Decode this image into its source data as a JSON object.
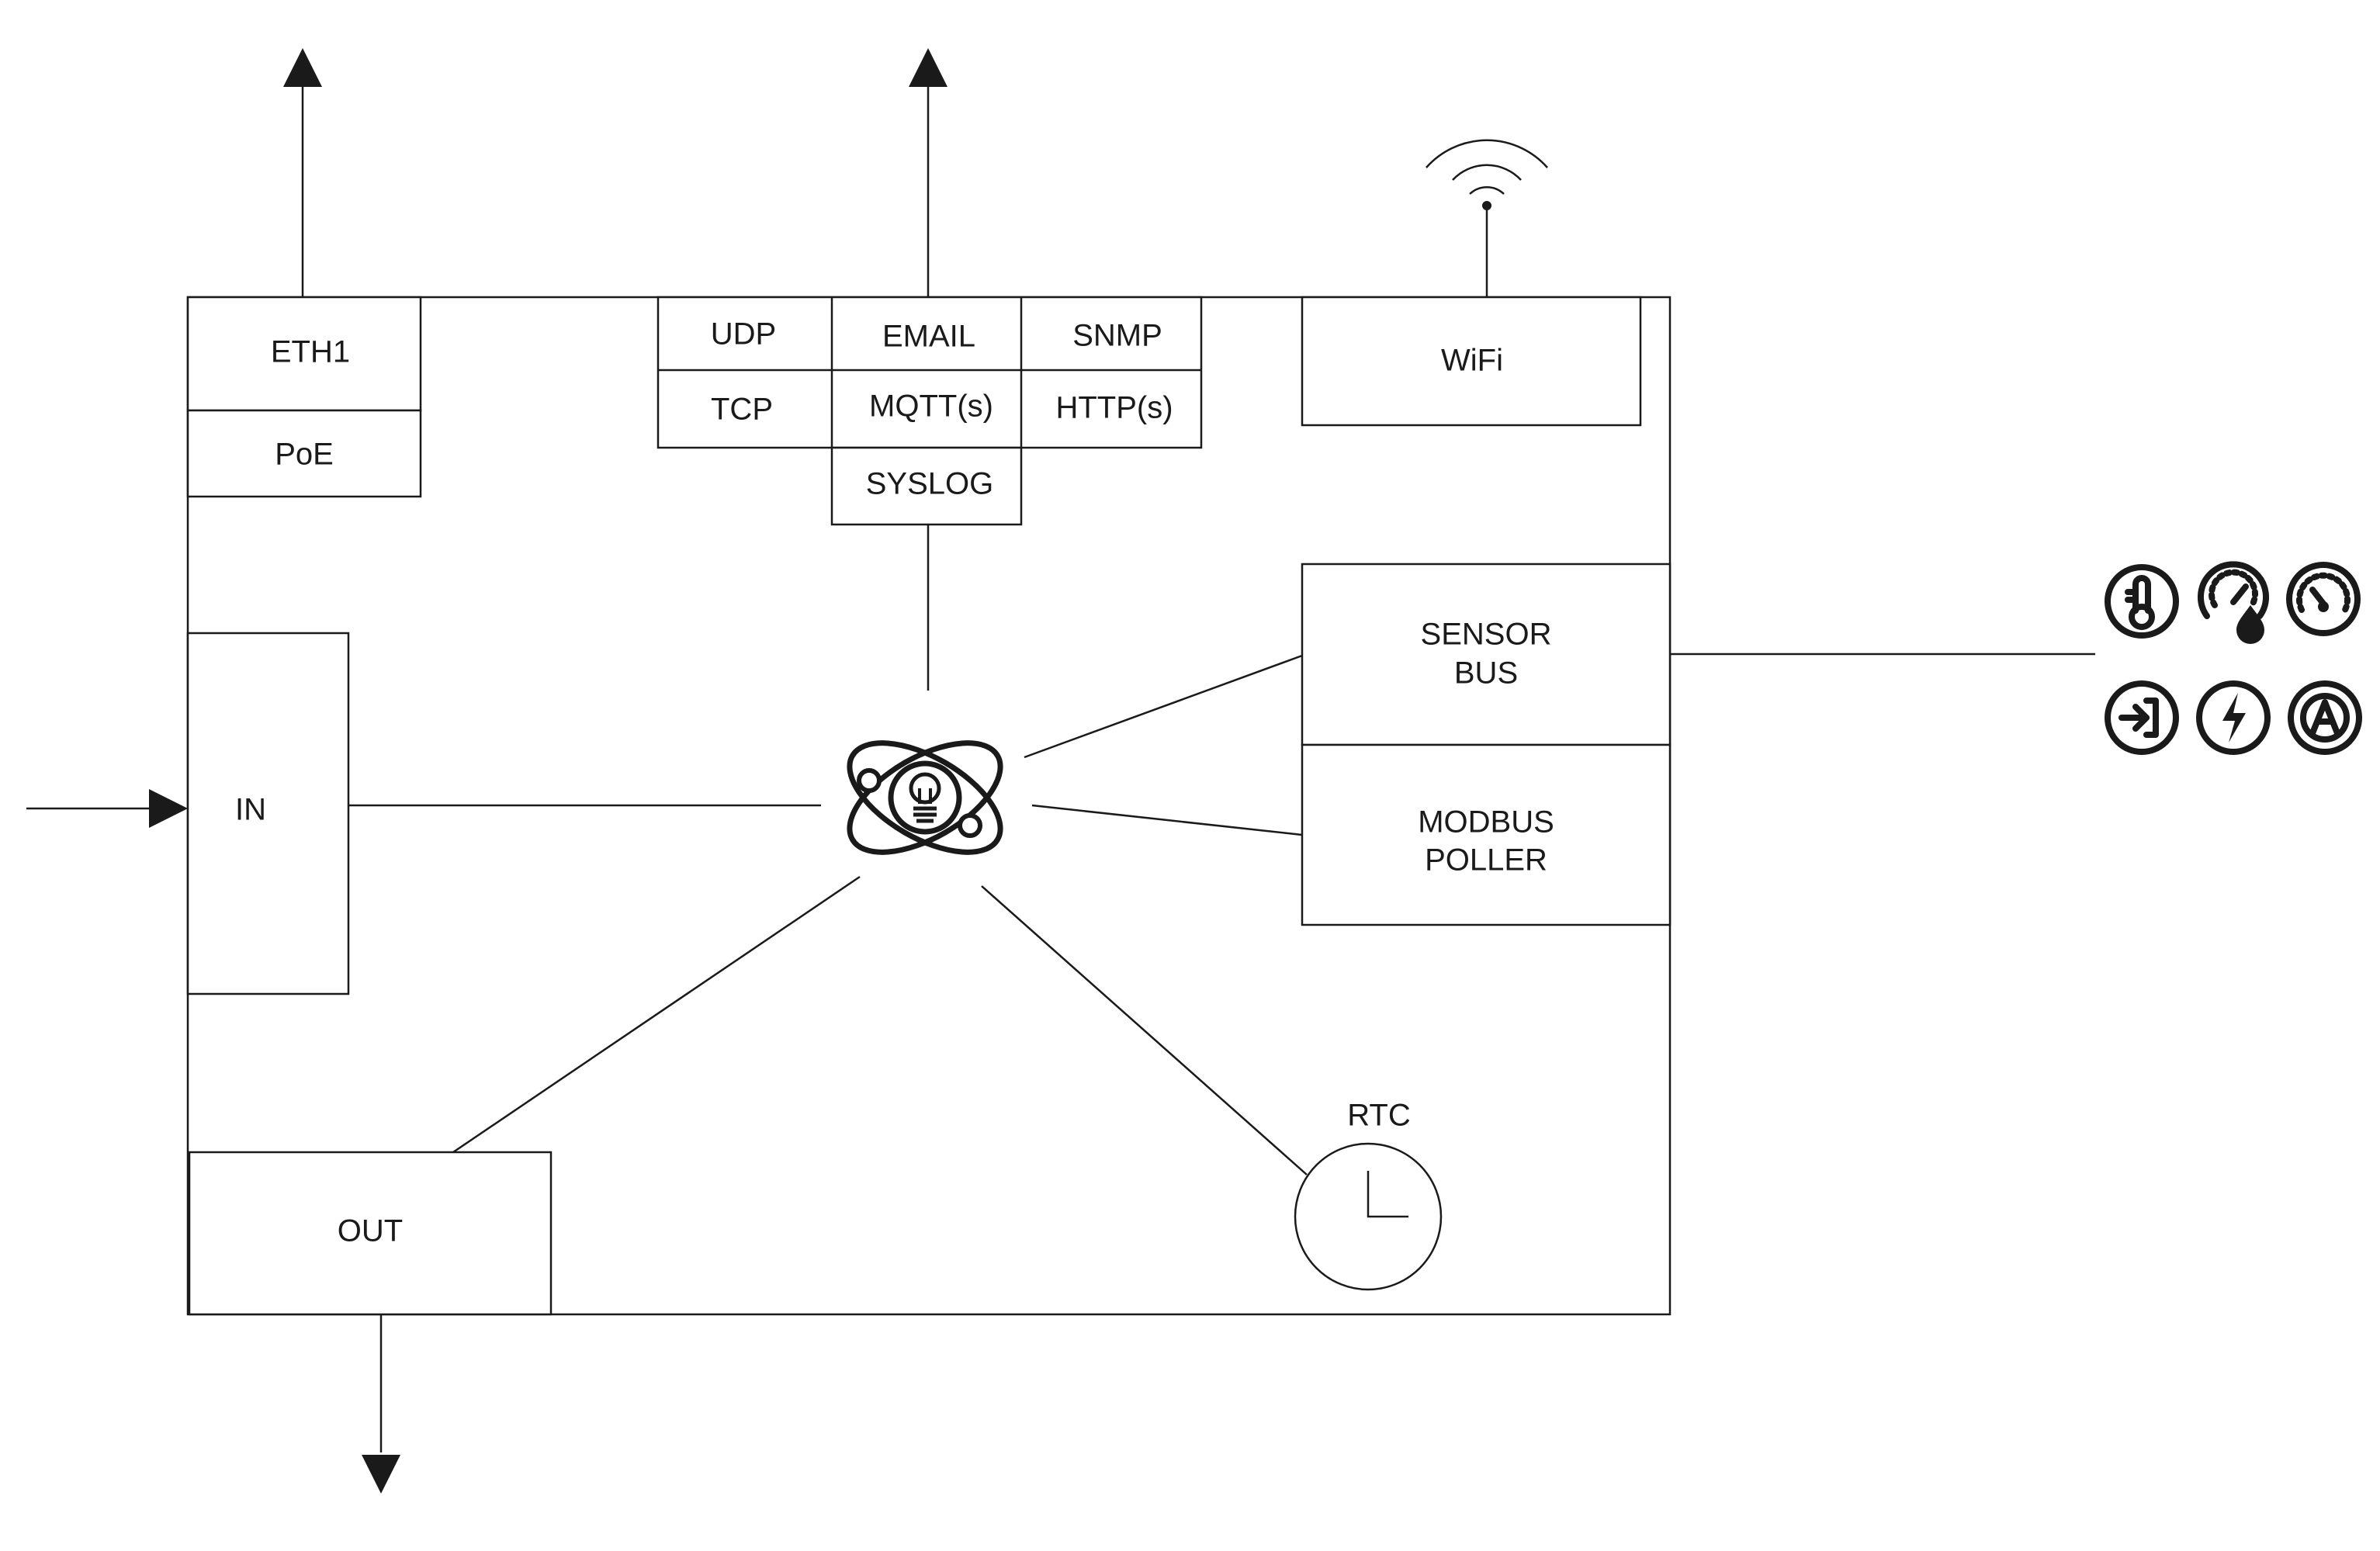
{
  "labels": {
    "eth1": "ETH1",
    "poe": "PoE",
    "udp": "UDP",
    "email": "EMAIL",
    "snmp": "SNMP",
    "tcp": "TCP",
    "mqtt": "MQTT(s)",
    "http": "HTTP(s)",
    "syslog": "SYSLOG",
    "wifi": "WiFi",
    "sensor_bus_line1": "SENSOR",
    "sensor_bus_line2": "BUS",
    "modbus_line1": "MODBUS",
    "modbus_line2": "POLLER",
    "in": "IN",
    "out": "OUT",
    "rtc": "RTC"
  },
  "icons": {
    "core": "atom-lightbulb-icon",
    "wifi": "wifi-signal-icon",
    "rtc": "clock-icon",
    "sensors": [
      "thermometer-icon",
      "humidity-gauge-icon",
      "pressure-gauge-icon",
      "digital-input-icon",
      "power-icon",
      "current-icon"
    ]
  },
  "colors": {
    "stroke": "#1a1a1a",
    "background": "#ffffff"
  }
}
